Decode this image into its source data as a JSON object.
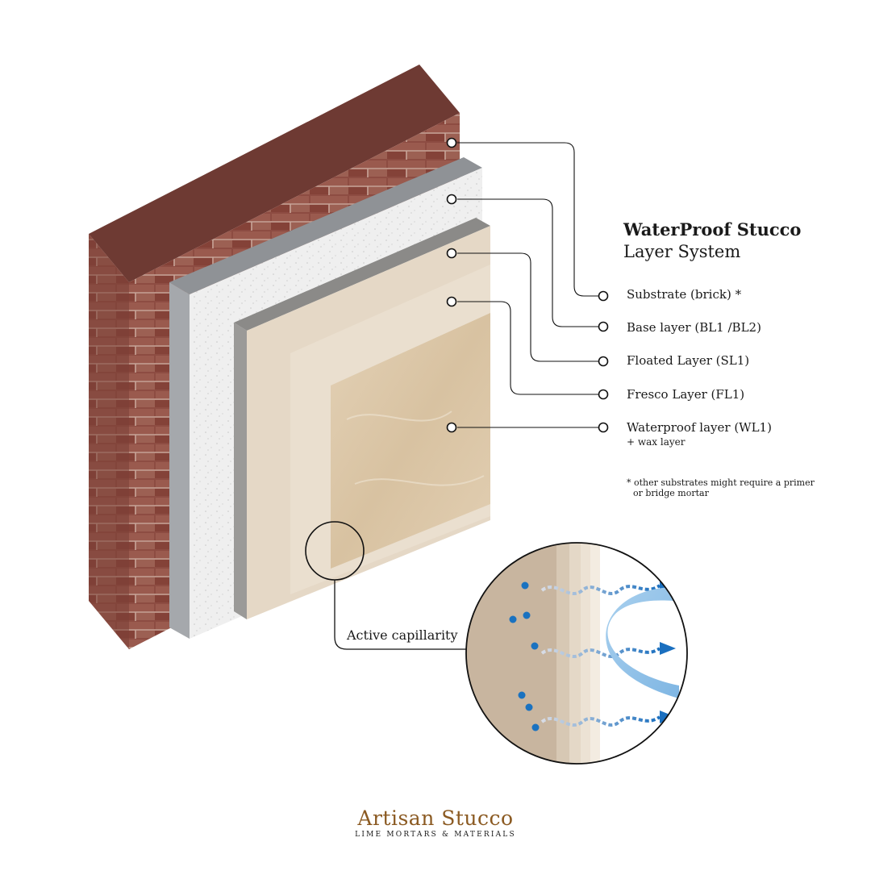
{
  "title": {
    "strong": "WaterProof Stucco",
    "light": "Layer System"
  },
  "layers": [
    {
      "label": "Substrate (brick) *"
    },
    {
      "label": "Base layer (BL1 /BL2)"
    },
    {
      "label": "Floated Layer (SL1)"
    },
    {
      "label": "Fresco Layer (FL1)"
    },
    {
      "label": "Waterproof layer (WL1)",
      "sublabel": "+ wax layer"
    }
  ],
  "footnote": {
    "line1": "* other substrates might require a primer",
    "line2": "or bridge mortar"
  },
  "callout": {
    "label": "Active capillarity"
  },
  "brand": {
    "name": "Artisan Stucco",
    "tagline": "LIME MORTARS & MATERIALS"
  },
  "colors": {
    "brick": "#8a4a40",
    "base_layer": "#eeeeee",
    "floated_layer": "#e4d6c2",
    "fresco_layer": "#e9dccb",
    "waterproof_layer": "#dcc7a7",
    "water_dot": "#1a72c0",
    "accent_brand": "#8b5a22"
  }
}
